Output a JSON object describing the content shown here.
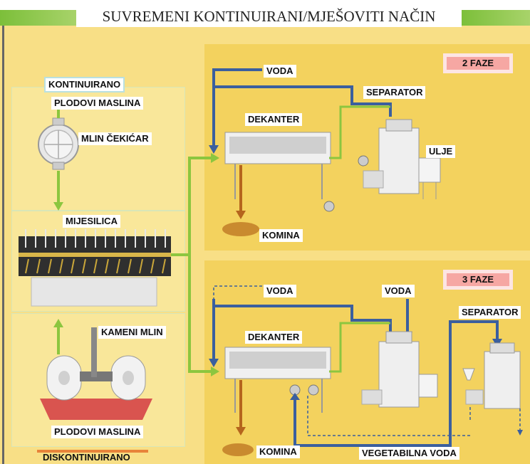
{
  "title": "SUVREMENI KONTINUIRANI/MJEŠOVITI NAČIN",
  "left": {
    "continuous_label": "KONTINUIRANO",
    "olives_top": "PLODOVI MASLINA",
    "hammer_mill": "MLIN ČEKIĆAR",
    "mixer": "MIJESILICA",
    "stone_mill": "KAMENI MLIN",
    "olives_bottom": "PLODOVI MASLINA",
    "discontinuous_label": "DISKONTINUIRANO"
  },
  "two_phase": {
    "badge": "2 FAZE",
    "water": "VODA",
    "separator": "SEPARATOR",
    "decanter": "DEKANTER",
    "oil": "ULJE",
    "pomace": "KOMINA"
  },
  "three_phase": {
    "badge": "3 FAZE",
    "water_left": "VODA",
    "water_right": "VODA",
    "separator": "SEPARATOR",
    "decanter": "DEKANTER",
    "pomace": "KOMINA",
    "vegetable_water": "VEGETABILNA VODA"
  },
  "colors": {
    "background_yellow": "#f5d76b",
    "pipe_blue": "#3b5f9e",
    "pipe_green": "#8cc63f",
    "pomace_brown": "#b5651d",
    "phase_badge": "#f6a7a3"
  }
}
